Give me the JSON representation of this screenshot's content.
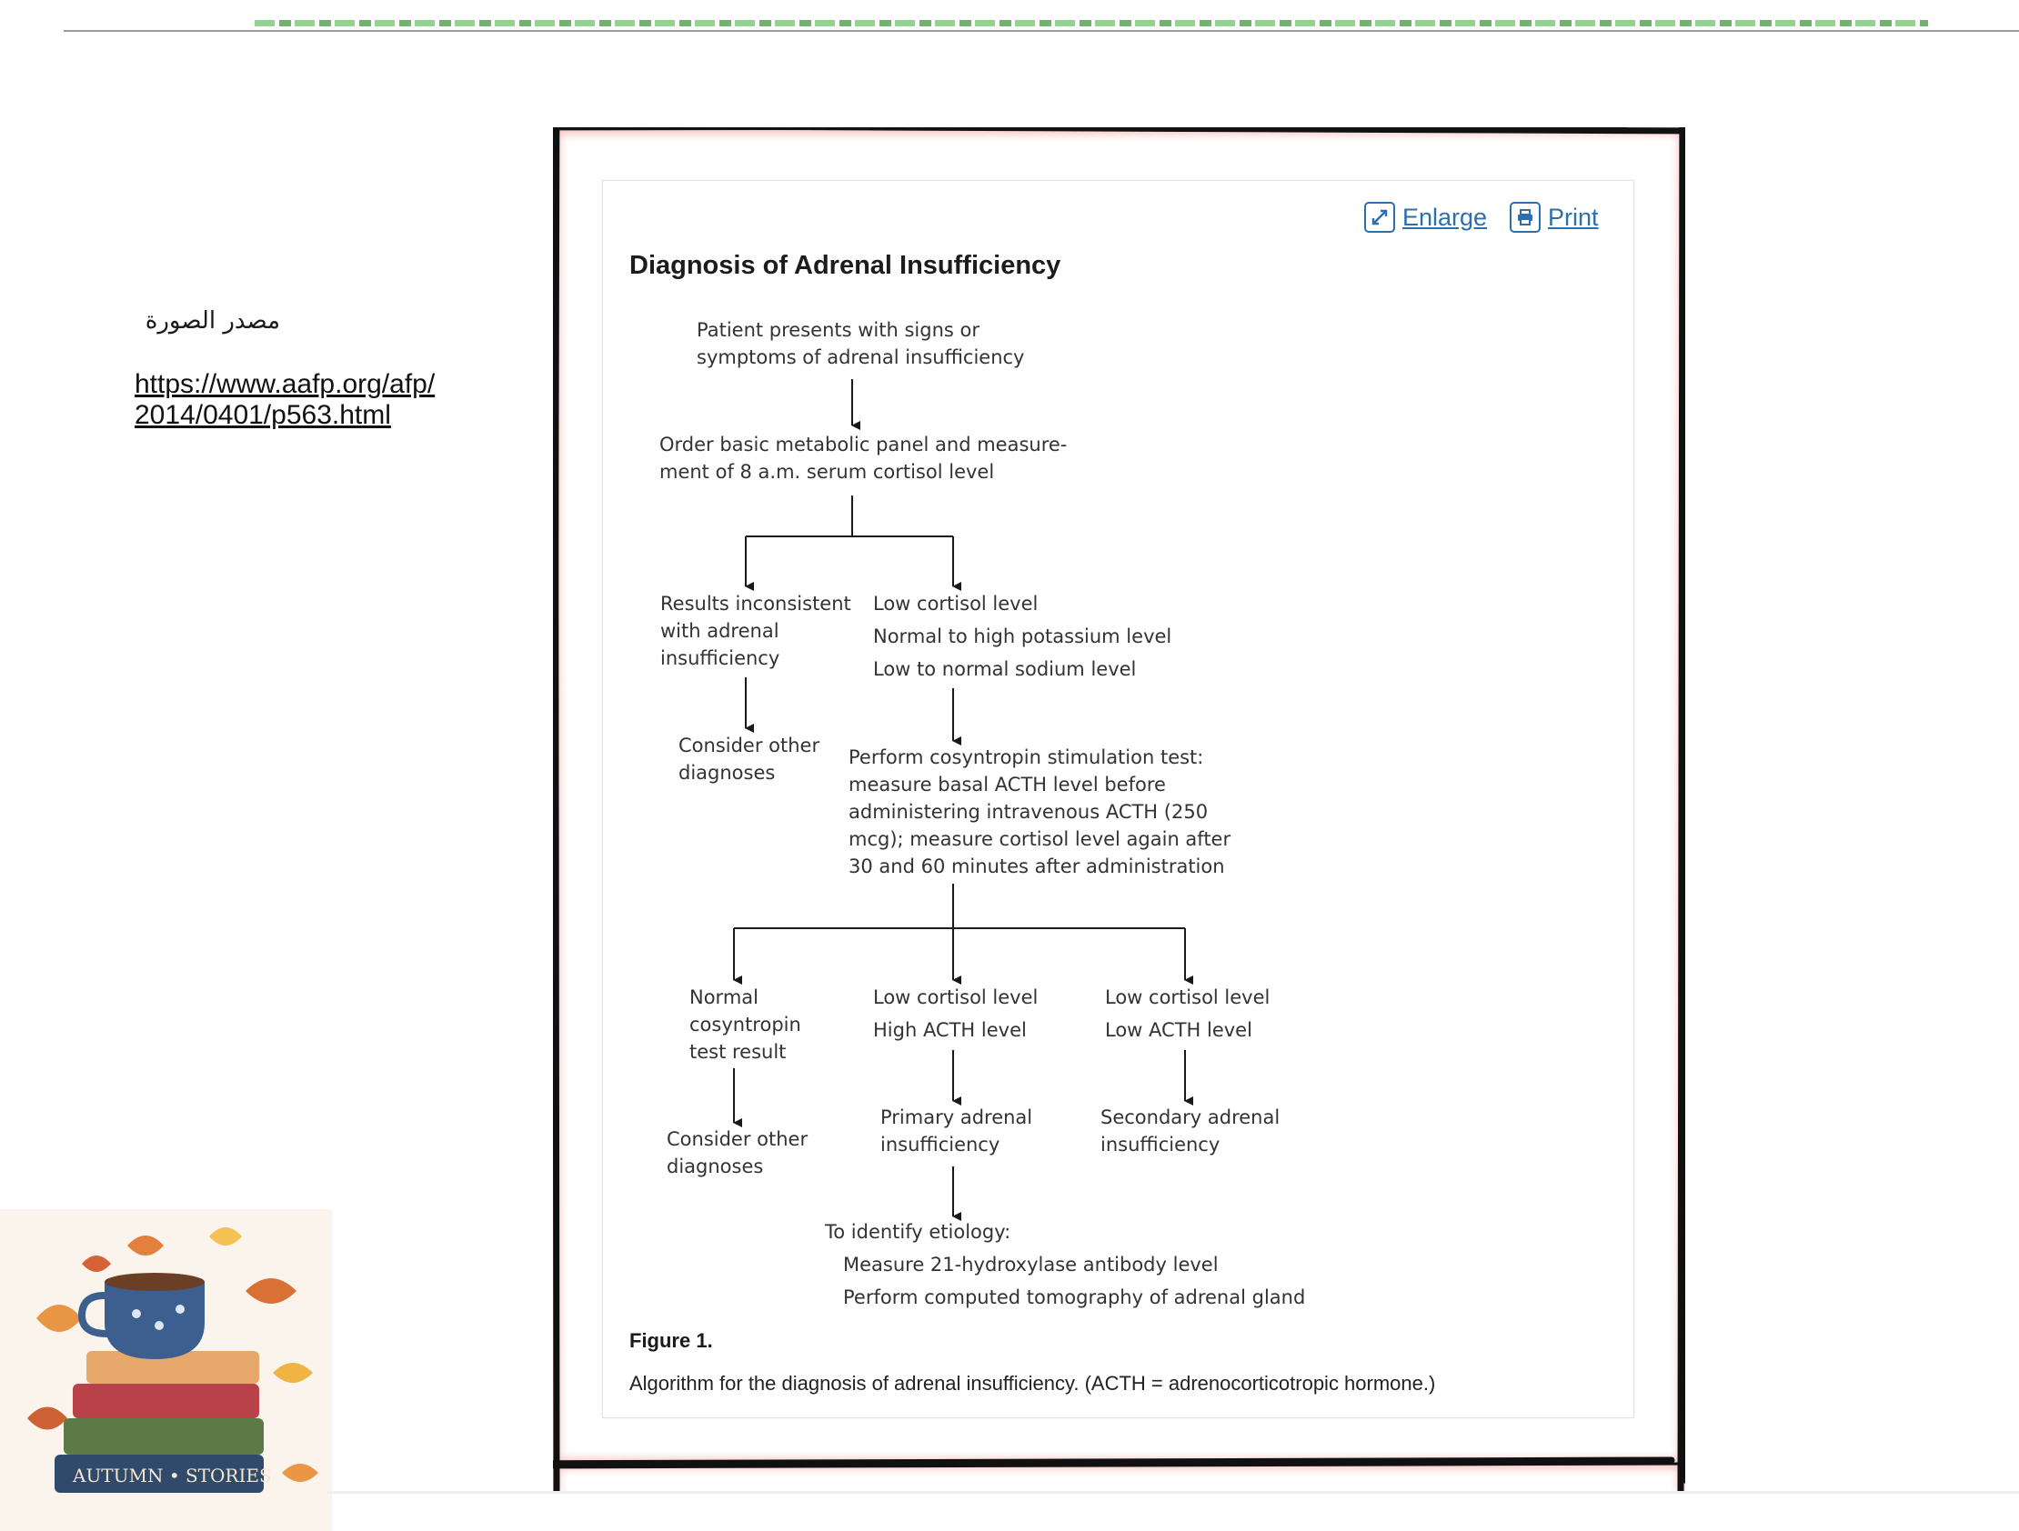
{
  "source": {
    "label": "مصدر الصورة",
    "link": [
      "https://www.aafp.org/afp/",
      "2014/0401/p563.html"
    ]
  },
  "decor": {
    "badge_text": "AUTUMN • STORIES",
    "icon": "autumn-books-teacup-illustration"
  },
  "figure": {
    "toolbar": {
      "enlarge": "Enlarge",
      "print": "Print"
    },
    "title": "Diagnosis of Adrenal Insufficiency",
    "nodes": {
      "patient": [
        "Patient presents with signs or",
        "symptoms of adrenal insufficiency"
      ],
      "order": [
        "Order basic metabolic panel and measure-",
        "ment of 8 a.m. serum cortisol level"
      ],
      "inconsistent": [
        "Results inconsistent",
        "with adrenal",
        "insufficiency"
      ],
      "low_cortisol": [
        "Low cortisol level",
        "Normal to high potassium level",
        "Low to normal sodium level"
      ],
      "consider1": [
        "Consider other",
        "diagnoses"
      ],
      "cosyntropin": [
        "Perform cosyntropin stimulation test:",
        "measure basal ACTH level before",
        "administering intravenous ACTH (250",
        "mcg); measure cortisol level again after",
        "30 and 60 minutes after administration"
      ],
      "normal": [
        "Normal",
        "cosyntropin",
        "test result"
      ],
      "high_acth": [
        "Low cortisol level",
        "High ACTH level"
      ],
      "low_acth": [
        "Low cortisol level",
        "Low ACTH level"
      ],
      "consider2": [
        "Consider other",
        "diagnoses"
      ],
      "primary": [
        "Primary adrenal",
        "insufficiency"
      ],
      "secondary": [
        "Secondary adrenal",
        "insufficiency"
      ],
      "etiology_head": "To identify etiology:",
      "etiology": [
        "Measure 21-hydroxylase antibody level",
        "Perform computed tomography of adrenal gland"
      ]
    },
    "figure_label": "Figure 1.",
    "caption": "Algorithm for the diagnosis of adrenal insufficiency. (ACTH = adrenocorticotropic hormone.)"
  },
  "colors": {
    "link": "#2a6fae",
    "frame": "#111111",
    "glow": "#f4a9a9",
    "page_bg": "#ffffff"
  }
}
